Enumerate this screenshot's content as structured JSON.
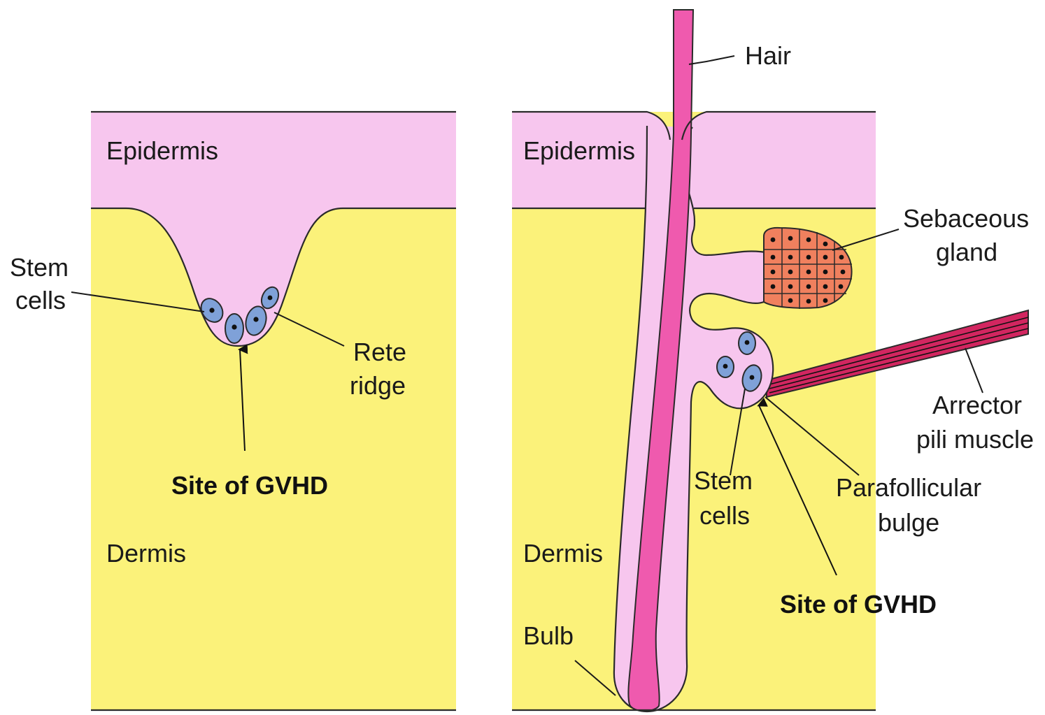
{
  "colors": {
    "epidermis": "#f7c6ee",
    "dermis": "#fbf27a",
    "hair": "#ef5aae",
    "stem_cell": "#7fa1d8",
    "sebaceous": "#f0805e",
    "muscle": "#d22660"
  },
  "left_panel": {
    "epidermis_label": "Epidermis",
    "dermis_label": "Dermis",
    "stem_cells_label": [
      "Stem",
      "cells"
    ],
    "rete_ridge_label": [
      "Rete",
      "ridge"
    ],
    "gvhd_label": "Site of GVHD"
  },
  "right_panel": {
    "hair_label": "Hair",
    "epidermis_label": "Epidermis",
    "dermis_label": "Dermis",
    "bulb_label": "Bulb",
    "sebaceous_label": [
      "Sebaceous",
      "gland"
    ],
    "arrector_label": [
      "Arrector",
      "pili muscle"
    ],
    "stem_cells_label": [
      "Stem",
      "cells"
    ],
    "bulge_label": [
      "Parafollicular",
      "bulge"
    ],
    "gvhd_label": "Site of GVHD"
  }
}
